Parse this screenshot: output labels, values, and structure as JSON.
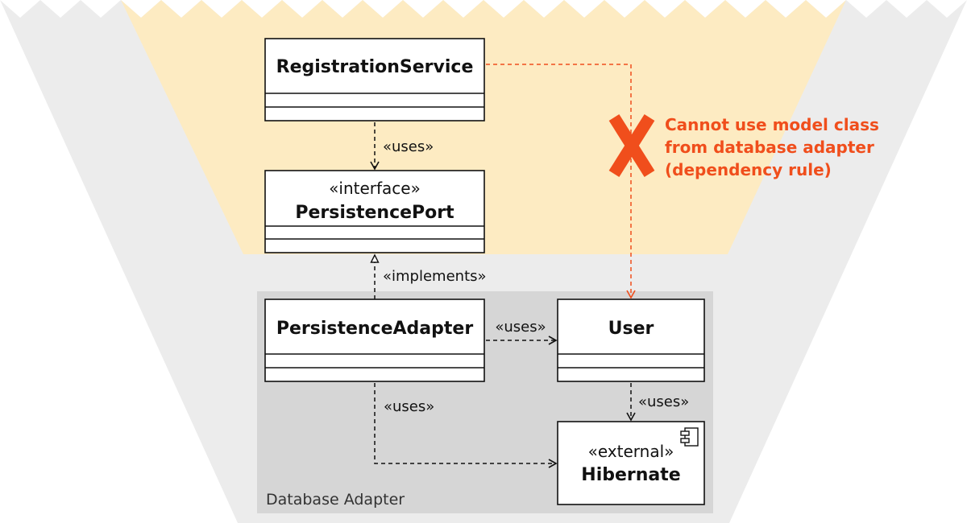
{
  "colors": {
    "outer_funnel": "#ececec",
    "application_core": "#fdebc2",
    "adapter_zone": "#d6d6d6",
    "box_fill": "#ffffff",
    "line": "#111111",
    "warning": "#f04e1c"
  },
  "zone": {
    "adapter_label": "Database Adapter"
  },
  "classes": {
    "registration_service": {
      "name": "RegistrationService"
    },
    "persistence_port": {
      "stereotype": "«interface»",
      "name": "PersistencePort"
    },
    "persistence_adapter": {
      "name": "PersistenceAdapter"
    },
    "user": {
      "name": "User"
    },
    "hibernate": {
      "stereotype": "«external»",
      "name": "Hibernate",
      "icon": "component-icon"
    }
  },
  "relations": {
    "service_uses_port": "«uses»",
    "adapter_implements_port": "«implements»",
    "adapter_uses_user": "«uses»",
    "user_uses_hibernate": "«uses»",
    "adapter_uses_hibernate": "«uses»"
  },
  "warning": {
    "icon": "cross-icon",
    "lines": [
      "Cannot use model class",
      "from database adapter",
      "(dependency rule)"
    ]
  }
}
